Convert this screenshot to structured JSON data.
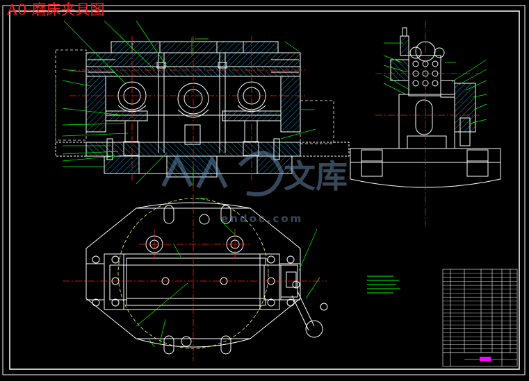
{
  "title": "A0-磨床夹具图",
  "watermark": {
    "cn": "文库",
    "url": "endoc.com"
  },
  "colors": {
    "background": "#000000",
    "outline": "#ffffff",
    "centerline": "#ff2020",
    "leader": "#00ff00",
    "hatch": "#00bfff",
    "hidden": "#ffff66",
    "title": "#ff2020",
    "magenta": "#ff00ff"
  }
}
